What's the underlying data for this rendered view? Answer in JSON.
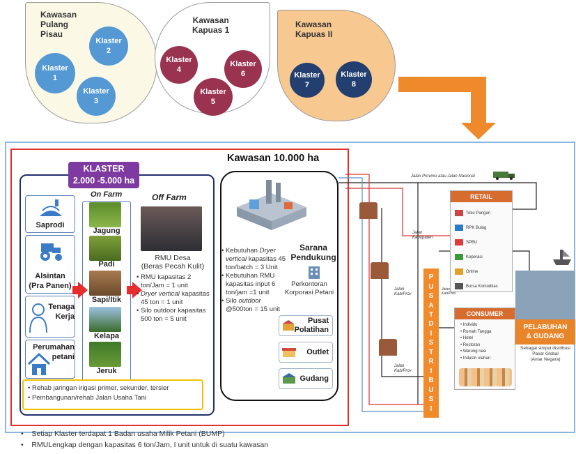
{
  "kawasan_top": [
    {
      "title": "Kawasan\nPulang\nPisau",
      "klaster": [
        "Klaster\n1",
        "Klaster\n2",
        "Klaster\n3"
      ]
    },
    {
      "title": "Kawasan\nKapuas 1",
      "klaster": [
        "Klaster\n4",
        "Klaster\n5",
        "Klaster\n6"
      ]
    },
    {
      "title": "Kawasan\nKapuas II",
      "klaster": [
        "Klaster\n7",
        "Klaster\n8"
      ]
    }
  ],
  "klaster": {
    "title": "KLASTER",
    "size": "2.000 -5.000 ha"
  },
  "side_items": [
    "Saprodi",
    "Alsintan\n(Pra Panen)",
    "Tenaga\nKerja",
    "Perumahan\npetani"
  ],
  "on_farm": {
    "title": "On Farm",
    "items": [
      "Jagung",
      "Padi",
      "Sapi/Itik",
      "Kelapa",
      "Jeruk"
    ]
  },
  "off_farm": {
    "title": "Off Farm",
    "rmu_desa": "RMU Desa\n(Beras Pecah Kulit)",
    "bullets": [
      {
        "pre": "RMU kapasitas 2 ton/Jam = 1 unit",
        "italic": ""
      },
      {
        "pre": " kapasitas 45 ton = 1 unit",
        "italic": "Dryer vertical"
      },
      {
        "pre": "Silo outdoor kapasitas 500 ton = 5 unit",
        "italic": ""
      }
    ]
  },
  "bottom_bullets": [
    "Rehab jaringan irigasi primer, sekunder, tersier",
    "Pembangunan/rehab Jalan Usaha Tani"
  ],
  "kawasan": {
    "title": "Kawasan 10.000 ha",
    "bullets": [
      {
        "text": "Kebutuhan ",
        "italic": "Dryer vertical",
        "rest": " kapasitas 45 ton/batch = 3 Unit"
      },
      {
        "text": "Kebutuhan RMU kapasitas input 6 ton/jam =1 unit",
        "italic": "",
        "rest": ""
      },
      {
        "text": "Silo ",
        "italic": "outdoor",
        "rest": " @500ton = 15 unit"
      }
    ],
    "sarana": "Sarana\nPendukung",
    "perkantoran": "Perkontoran\nKorporasi Petani",
    "facilities": [
      "Pusat\nPolatihan",
      "Outlet",
      "Gudang"
    ]
  },
  "road_labels": {
    "provinsi": "Jalan Provinsi atau Jalan Nasional",
    "kabupaten": "Jalan\nKabupaten",
    "kab_prov1": "Jalan\nKab/Prov",
    "kab_prov2": "Jalan\nKab/Prov",
    "kab_prov3": "Jalan\nKab/Prov"
  },
  "pusat_distribusi": [
    "P",
    "U",
    "S",
    "A",
    "T",
    "D",
    "I",
    "S",
    "T",
    "R",
    "I",
    "B",
    "U",
    "S",
    "I"
  ],
  "retail": {
    "title": "RETAIL",
    "items": [
      "Toko Pangan",
      "RPK Bulog",
      "SPBU",
      "Koperasi",
      "Online",
      "Bursa Komoditas"
    ]
  },
  "consumer": {
    "title": "CONSUMER",
    "items": [
      "Individu",
      "Rumah Tangga",
      "Hotel",
      "Restoran",
      "Warung nasi",
      "Industri olahan"
    ]
  },
  "pelabuhan": {
    "title": "PELABUHAN\n& GUDANG",
    "caption": "Sebagai simpul distribusi\nPasar Global\n(Antar Negara)"
  },
  "footnotes": [
    "Setiap Klaster terdapat 1 Badan usaha Milik Petani (BUMP)",
    "RMULengkap dengan kapasitas 6 ton/Jam, I unit untuk di suatu kawasan"
  ],
  "colors": {
    "blue": "#5599d4",
    "maroon": "#993350",
    "navy": "#223f70",
    "orange": "#ef8a2c",
    "purple": "#7e3aa0",
    "red": "#e03030"
  }
}
